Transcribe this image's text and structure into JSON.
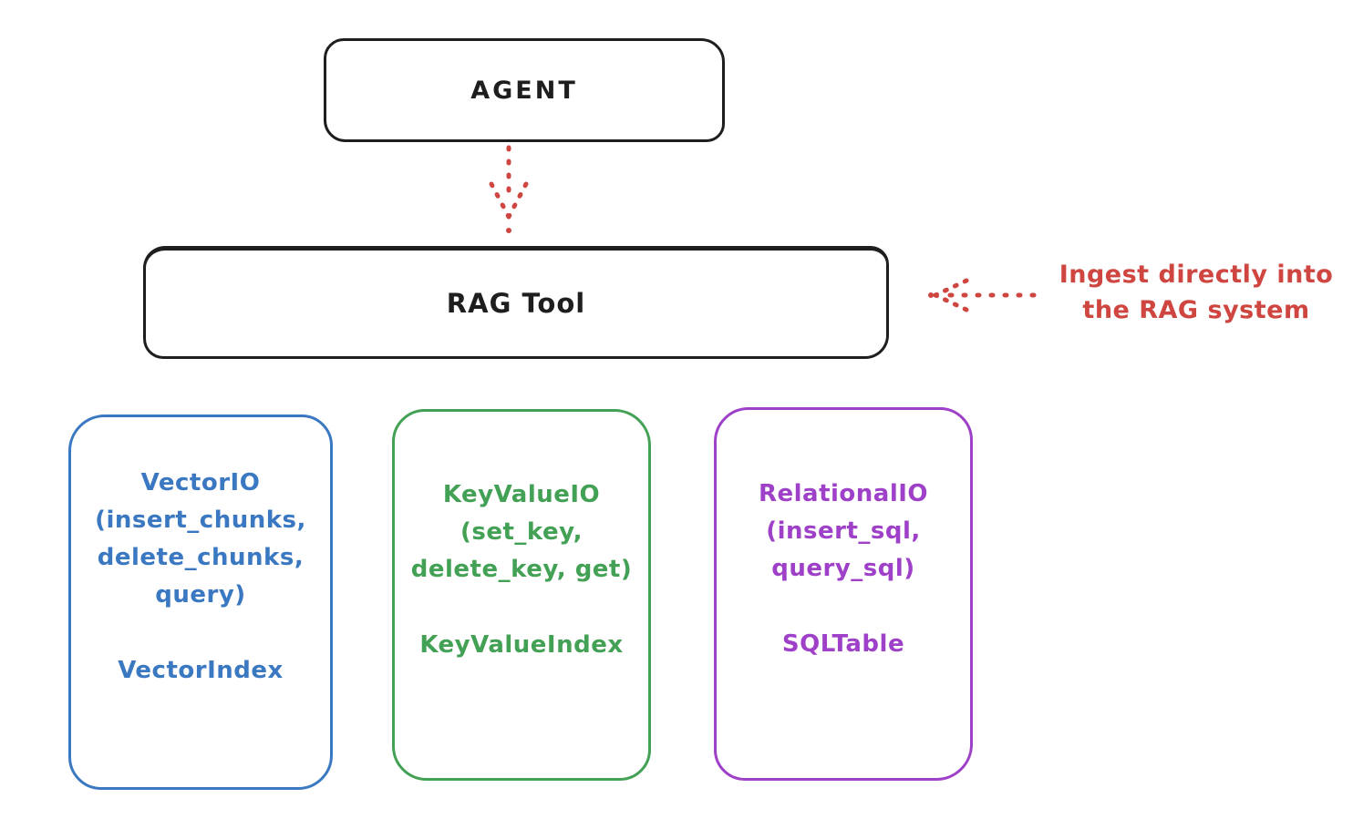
{
  "colors": {
    "ink": "#1e1e1e",
    "red": "#cf453f",
    "blue": "#3b78c2",
    "green": "#43a155",
    "purple": "#9e41c8",
    "background": "#ffffff"
  },
  "diagram": {
    "agent": {
      "label": "AGENT"
    },
    "rag_tool": {
      "label": "RAG Tool"
    },
    "annotation": {
      "line1": "Ingest directly into",
      "line2": "the RAG system"
    },
    "arrows": [
      {
        "name": "agent-to-rag-tool",
        "style": "dashed",
        "direction": "down",
        "color": "#cf453f"
      },
      {
        "name": "annotation-to-rag-tool",
        "style": "dashed",
        "direction": "left",
        "color": "#cf453f"
      }
    ],
    "storage_nodes": [
      {
        "name": "vector-io",
        "color": "#3b78c2",
        "methods": "VectorIO\n(insert_chunks,\ndelete_chunks,\nquery)",
        "index": "VectorIndex"
      },
      {
        "name": "key-value-io",
        "color": "#43a155",
        "methods": "KeyValueIO\n(set_key,\ndelete_key, get)",
        "index": "KeyValueIndex"
      },
      {
        "name": "relational-io",
        "color": "#9e41c8",
        "methods": "RelationalIO\n(insert_sql,\nquery_sql)",
        "index": "SQLTable"
      }
    ]
  }
}
